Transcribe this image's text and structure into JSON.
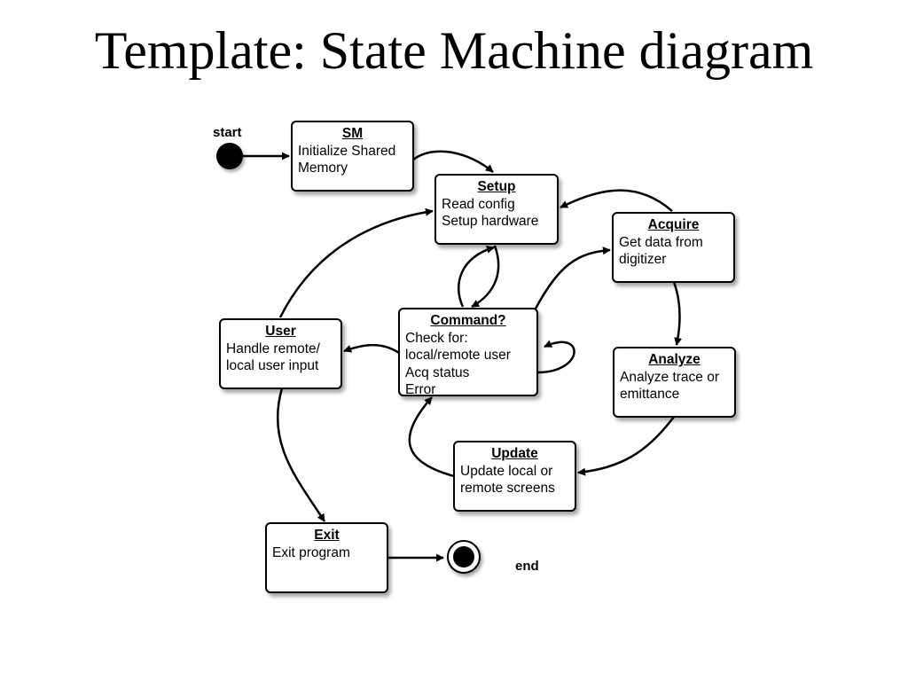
{
  "title": "Template: State Machine diagram",
  "start_label": "start",
  "end_label": "end",
  "states": {
    "sm": {
      "name": "SM",
      "lines": [
        "Initialize Shared",
        "Memory"
      ]
    },
    "setup": {
      "name": "Setup",
      "lines": [
        "Read config",
        "Setup hardware"
      ]
    },
    "acquire": {
      "name": "Acquire",
      "lines": [
        "Get data from",
        "digitizer"
      ]
    },
    "user": {
      "name": "User",
      "lines": [
        "Handle remote/",
        "local user input"
      ]
    },
    "command": {
      "name": "Command?",
      "lines": [
        "Check for:",
        "local/remote user",
        "Acq status",
        "Error"
      ]
    },
    "analyze": {
      "name": "Analyze",
      "lines": [
        "Analyze trace or",
        "emittance"
      ]
    },
    "update": {
      "name": "Update",
      "lines": [
        "Update local or",
        "remote screens"
      ]
    },
    "exit": {
      "name": "Exit",
      "lines": [
        "Exit program"
      ]
    }
  },
  "transitions": [
    {
      "from": "start",
      "to": "SM"
    },
    {
      "from": "SM",
      "to": "Setup"
    },
    {
      "from": "Setup",
      "to": "Command?"
    },
    {
      "from": "Command?",
      "to": "Setup"
    },
    {
      "from": "Command?",
      "to": "Acquire"
    },
    {
      "from": "Acquire",
      "to": "Setup"
    },
    {
      "from": "Acquire",
      "to": "Analyze"
    },
    {
      "from": "Analyze",
      "to": "Update"
    },
    {
      "from": "Update",
      "to": "Command?"
    },
    {
      "from": "Command?",
      "to": "Command?"
    },
    {
      "from": "Command?",
      "to": "User"
    },
    {
      "from": "User",
      "to": "Setup"
    },
    {
      "from": "User",
      "to": "Exit"
    },
    {
      "from": "Exit",
      "to": "end"
    }
  ]
}
